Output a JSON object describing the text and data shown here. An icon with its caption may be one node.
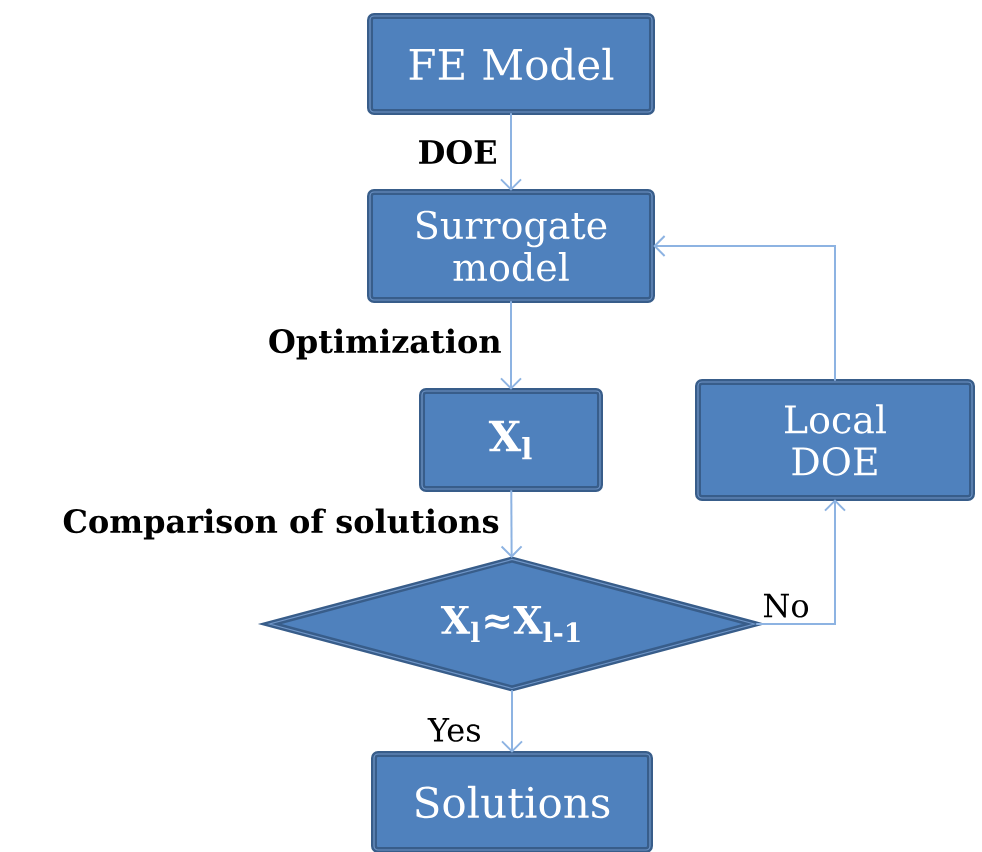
{
  "diagram": {
    "nodes": [
      {
        "text": [
          "FE Model"
        ]
      },
      {
        "text": [
          "Surrogate model"
        ]
      },
      {
        "text": [
          "X$_{l}$"
        ]
      },
      {
        "text": [
          "Local DOE"
        ]
      },
      {
        "text": [
          "X$_{l}$≈X$_{l-1}$"
        ]
      },
      {
        "text": [
          "Solutions"
        ]
      }
    ],
    "edges": [
      {
        "from": 0,
        "to": 1,
        "arrow": "to",
        "label": "DOE"
      },
      {
        "from": 1,
        "to": 2,
        "arrow": "to",
        "label": "Optimization"
      },
      {
        "from": 2,
        "to": 4,
        "arrow": "to",
        "label": "Comparison of solutions"
      },
      {
        "from": 4,
        "to": 5,
        "arrow": "to",
        "label": "Yes"
      },
      {
        "from": 4,
        "to": 3,
        "arrow": "to",
        "label": "No"
      },
      {
        "from": 3,
        "to": 1,
        "arrow": "to"
      }
    ]
  }
}
